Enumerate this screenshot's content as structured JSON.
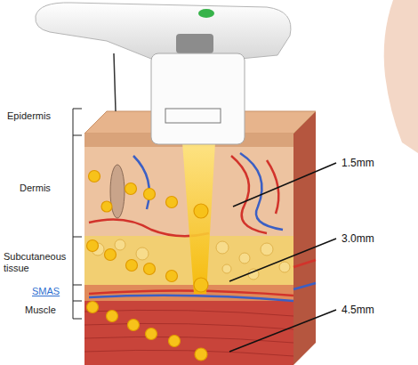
{
  "diagram": {
    "labels": [
      "Epidermis",
      "Dermis",
      "Subcutaneous tissue",
      "SMAS",
      "Muscle",
      "1.5mm",
      "3.0mm",
      "4.5mm"
    ]
  }
}
